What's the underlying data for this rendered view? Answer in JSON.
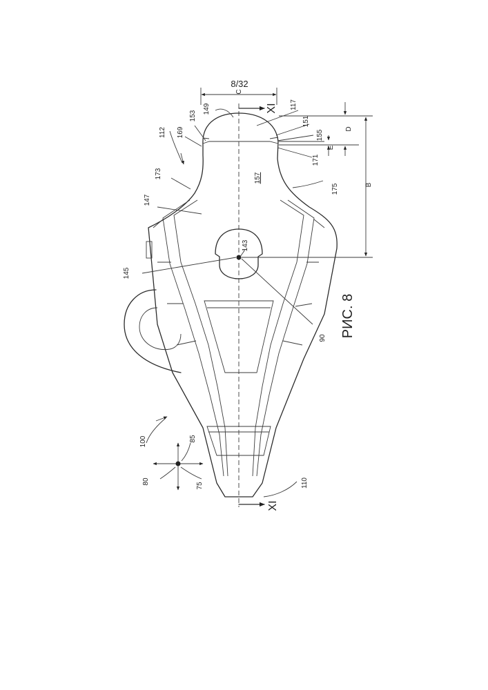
{
  "page_number": "8/32",
  "figure_caption": "РИС. 8",
  "section_marks": [
    "XI",
    "XI"
  ],
  "dimension_letters": {
    "b": "B",
    "c": "C",
    "d": "D",
    "e": "E"
  },
  "numerals": {
    "n80": "80",
    "n75": "75",
    "n85": "85",
    "n100": "100",
    "n110": "110",
    "n112": "112",
    "n117": "117",
    "n143": "143",
    "n145": "145",
    "n147": "147",
    "n149": "149",
    "n151": "151",
    "n153": "153",
    "n155": "155",
    "n157": "157",
    "n169": "169",
    "n171": "171",
    "n173": "173",
    "n175": "175",
    "n90": "90"
  }
}
